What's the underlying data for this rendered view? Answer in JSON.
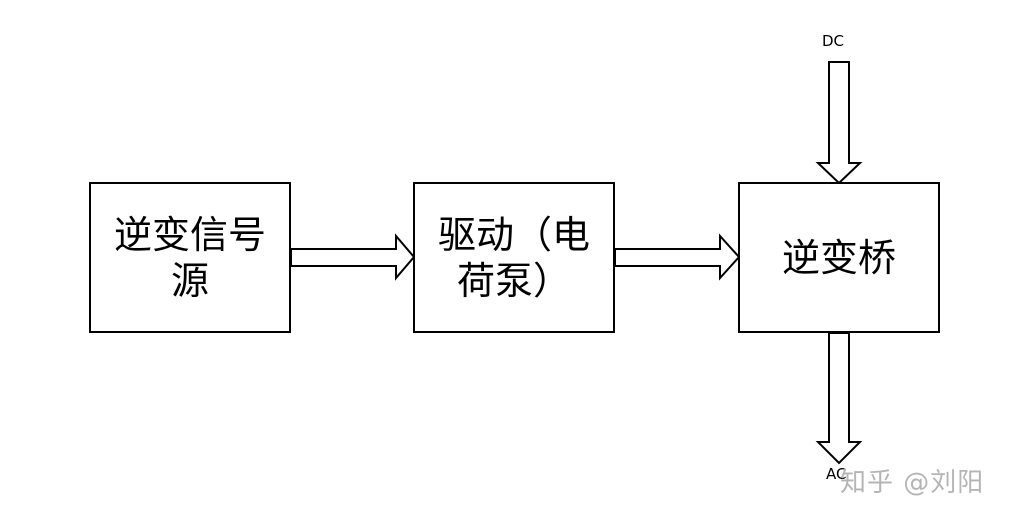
{
  "diagram": {
    "source_label": "逆变信号源",
    "driver_label": "驱动（电荷泵）",
    "bridge_label": "逆变桥",
    "dc_label": "DC",
    "ac_label": "AC"
  },
  "watermark": {
    "text": "知乎 @刘阳"
  },
  "colors": {
    "stroke": "#000000",
    "background": "#ffffff",
    "watermark": "#b5b5b5"
  }
}
